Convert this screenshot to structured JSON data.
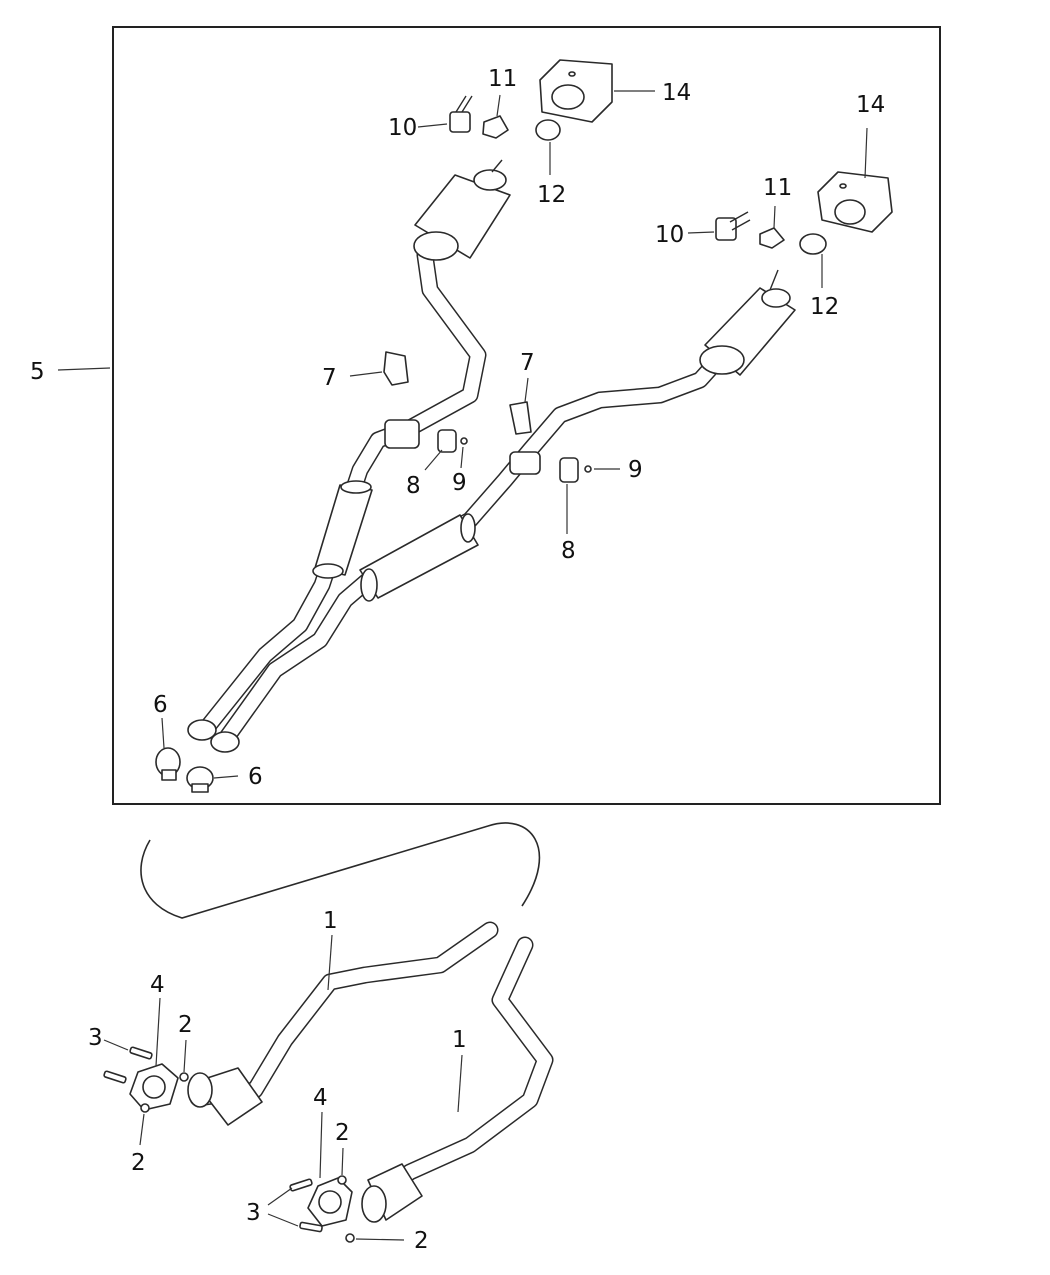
{
  "diagram": {
    "callouts": {
      "assembly": "5",
      "clamp_left_top": "6",
      "clamp_left_bottom": "6",
      "bracket_left": "7",
      "bracket_right": "7",
      "sensor_left": "8",
      "nut_left": "9",
      "sensor_right": "8",
      "nut_right": "9",
      "hanger_bracket_left": "10",
      "isolator_left": "11",
      "clamp_tip_left": "12",
      "tip_left": "14",
      "hanger_bracket_right": "10",
      "isolator_right": "11",
      "clamp_tip_right": "12",
      "tip_right": "14",
      "converter_left": "1",
      "converter_right": "1",
      "gasket_left": "4",
      "gasket_right": "4",
      "stud_left": "3",
      "stud_right": "3",
      "nut_left_top": "2",
      "nut_left_bottom": "2",
      "nut_right_top": "2",
      "nut_right_bottom": "2"
    }
  }
}
